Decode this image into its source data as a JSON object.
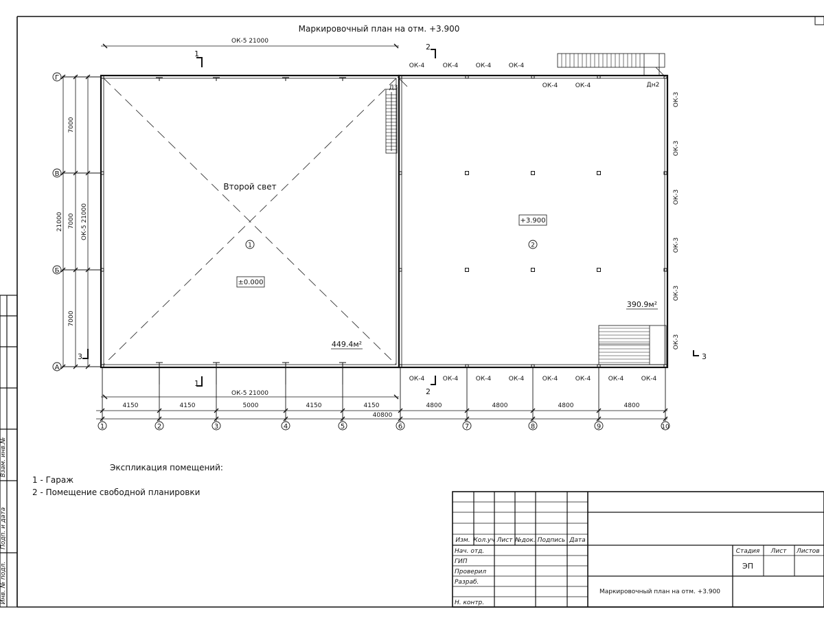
{
  "title": "Маркировочный план на отм. +3.900",
  "grid_rows": [
    "Г",
    "В",
    "Б",
    "А"
  ],
  "grid_cols": [
    "1",
    "2",
    "3",
    "4",
    "5",
    "6",
    "7",
    "8",
    "9",
    "10"
  ],
  "dims": {
    "top_overall": "ОК-5 21000",
    "bottom_overall": "ОК-5 21000",
    "left_overall": "21000",
    "left_ok": "ОК-5 21000",
    "left_segments": [
      "7000",
      "7000",
      "7000"
    ],
    "bottom_segments": [
      "4150",
      "4150",
      "5000",
      "4150",
      "4150",
      "4800",
      "4800",
      "4800",
      "4800"
    ],
    "bottom_total": "40800"
  },
  "windows": {
    "top_right_row1": [
      "ОК-4",
      "ОК-4",
      "ОК-4",
      "ОК-4"
    ],
    "top_right_row2": [
      "ОК-4",
      "ОК-4"
    ],
    "bottom": [
      "ОК-4",
      "ОК-4",
      "ОК-4",
      "ОК-4",
      "ОК-4",
      "ОК-4",
      "ОК-4",
      "ОК-4"
    ],
    "right": [
      "ОК-3",
      "ОК-3",
      "ОК-3",
      "ОК-3",
      "ОК-3",
      "ОК-3"
    ]
  },
  "doors": {
    "d3": "Д3",
    "dn2": "Дн2"
  },
  "sections": {
    "s1": "1",
    "s2": "2",
    "s3": "3"
  },
  "rooms": {
    "room1_num": "1",
    "room1_label": "Второй свет",
    "room1_level": "±0.000",
    "room1_area": "449.4м²",
    "room2_num": "2",
    "room2_level": "+3.900",
    "room2_area": "390.9м²"
  },
  "legend": {
    "title": "Экспликация помещений:",
    "items": [
      "1 - Гараж",
      "2 - Помещение свободной планировки"
    ]
  },
  "stamp": {
    "headers": [
      "Изм.",
      "Кол.уч",
      "Лист",
      "№док.",
      "Подпись",
      "Дата"
    ],
    "roles": [
      "Нач. отд.",
      "ГИП",
      "Проверил",
      "Разраб.",
      "",
      "Н. контр."
    ],
    "stage_headers": [
      "Стадия",
      "Лист",
      "Листов"
    ],
    "stage": "ЭП",
    "sheet_title": "Маркировочный план на отм. +3.900"
  },
  "side_strip": [
    "Взам. инв.№",
    "Подп. и дата",
    "Инв. № подл."
  ]
}
